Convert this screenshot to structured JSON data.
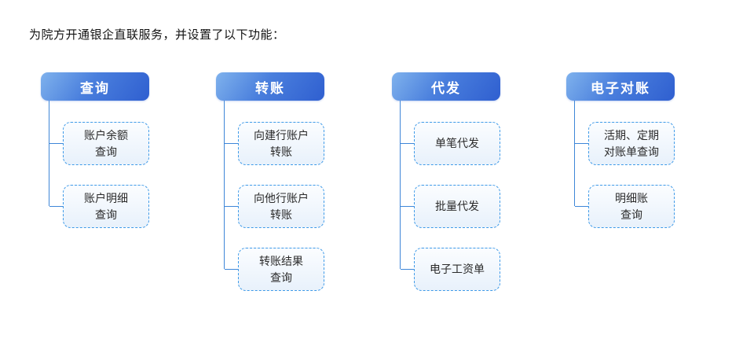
{
  "title": "为院方开通银企直联服务，并设置了以下功能：",
  "colors": {
    "header_gradient_start": "#7FB2ED",
    "header_gradient_end": "#2F5FD0",
    "header_text": "#FFFFFF",
    "child_border": "#3E9AE8",
    "child_bg_top": "#FBFDFF",
    "child_bg_bottom": "#E8F1FB",
    "child_text": "#2B2B2B",
    "connector": "#3E86D8",
    "background": "#FFFFFF"
  },
  "columns": [
    {
      "header": "查询",
      "children": [
        {
          "lines": [
            "账户余额",
            "查询"
          ]
        },
        {
          "lines": [
            "账户明细",
            "查询"
          ]
        }
      ]
    },
    {
      "header": "转账",
      "children": [
        {
          "lines": [
            "向建行账户",
            "转账"
          ]
        },
        {
          "lines": [
            "向他行账户",
            "转账"
          ]
        },
        {
          "lines": [
            "转账结果",
            "查询"
          ]
        }
      ]
    },
    {
      "header": "代发",
      "children": [
        {
          "lines": [
            "单笔代发"
          ]
        },
        {
          "lines": [
            "批量代发"
          ]
        },
        {
          "lines": [
            "电子工资单"
          ]
        }
      ]
    },
    {
      "header": "电子对账",
      "children": [
        {
          "lines": [
            "活期、定期",
            "对账单查询"
          ]
        },
        {
          "lines": [
            "明细账",
            "查询"
          ]
        }
      ]
    }
  ]
}
